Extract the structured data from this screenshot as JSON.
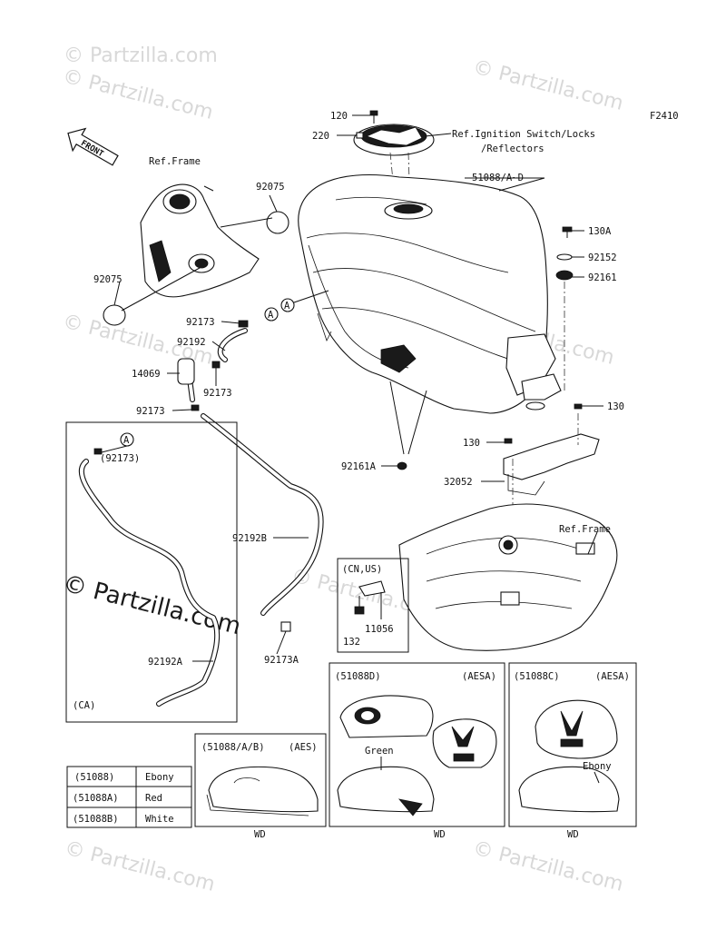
{
  "figure_code": "F2410",
  "front_label": "FRONT",
  "watermark": "© Partzilla.com",
  "callouts": {
    "c120": "120",
    "c220": "220",
    "ref_ignition": "Ref.Ignition Switch/Locks",
    "ref_reflectors": "/Reflectors",
    "tank": "51088/A~D",
    "ref_frame_top": "Ref.Frame",
    "c92075_right": "92075",
    "c92075_left": "92075",
    "c130a": "130A",
    "c92152": "92152",
    "c92161": "92161",
    "c92173_top": "92173",
    "c92192": "92192",
    "c14069": "14069",
    "c92173_mid": "92173",
    "c92173_low": "92173",
    "c130_right": "130",
    "c130_mid": "130",
    "c92161a": "92161A",
    "c32052": "32052",
    "ref_frame_bottom": "Ref.Frame",
    "c92192b": "92192B",
    "c92173a": "92173A",
    "cn_us": "(CN,US)",
    "c11056": "11056",
    "c132": "132",
    "ca_92173": "(92173)",
    "ca_92192a": "92192A",
    "ca_label": "(CA)",
    "marker_a": "A"
  },
  "variant_boxes": {
    "aes": {
      "title": "(51088/A/B)",
      "tag": "(AES)",
      "footer": "WD"
    },
    "aesa_d": {
      "title": "(51088D)",
      "tag": "(AESA)",
      "color": "Green",
      "footer": "WD"
    },
    "aesa_c": {
      "title": "(51088C)",
      "tag": "(AESA)",
      "color": "Ebony",
      "footer": "WD"
    }
  },
  "color_table": {
    "rows": [
      {
        "code": "(51088)",
        "color": "Ebony"
      },
      {
        "code": "(51088A)",
        "color": "Red"
      },
      {
        "code": "(51088B)",
        "color": "White"
      }
    ]
  },
  "colors": {
    "ink": "#111111",
    "watermark": "#d8d8d8",
    "background": "#ffffff"
  }
}
